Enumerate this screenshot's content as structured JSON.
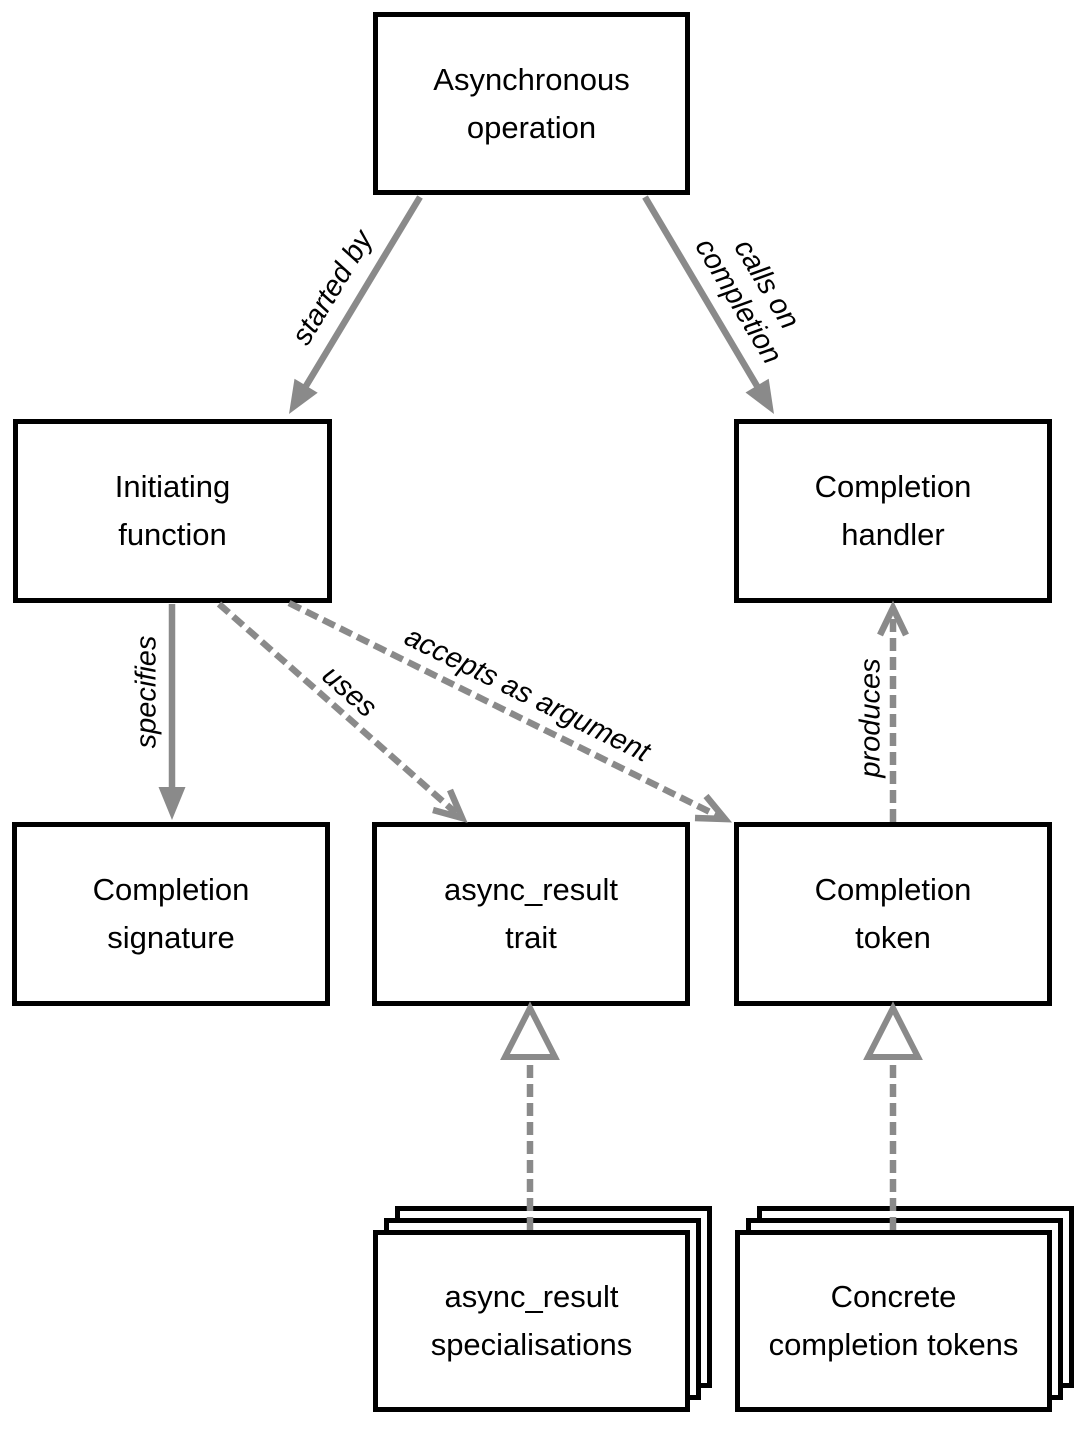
{
  "colors": {
    "arrow": "#8a8a8a",
    "border": "#000000",
    "background": "#ffffff",
    "text": "#000000"
  },
  "nodes": {
    "async_op": {
      "lines": [
        "Asynchronous",
        "operation"
      ]
    },
    "initiating": {
      "lines": [
        "Initiating",
        "function"
      ]
    },
    "handler": {
      "lines": [
        "Completion",
        "handler"
      ]
    },
    "signature": {
      "lines": [
        "Completion",
        "signature"
      ]
    },
    "trait": {
      "lines": [
        "async_result",
        "trait"
      ]
    },
    "token": {
      "lines": [
        "Completion",
        "token"
      ]
    },
    "specialisations": {
      "lines": [
        "async_result",
        "specialisations"
      ]
    },
    "concrete": {
      "lines": [
        "Concrete",
        "completion tokens"
      ]
    }
  },
  "edges": {
    "started_by": {
      "label": "started by",
      "style": "solid"
    },
    "calls_on_completion": {
      "lines": [
        "calls on",
        "completion"
      ],
      "style": "solid"
    },
    "specifies": {
      "label": "specifies",
      "style": "solid"
    },
    "uses": {
      "label": "uses",
      "style": "dashed"
    },
    "accepts_as_argument": {
      "label": "accepts as argument",
      "style": "dashed"
    },
    "produces": {
      "label": "produces",
      "style": "dashed"
    },
    "trait_specialisation": {
      "style": "dashed-hollow-triangle"
    },
    "token_realisation": {
      "style": "dashed-hollow-triangle"
    }
  }
}
